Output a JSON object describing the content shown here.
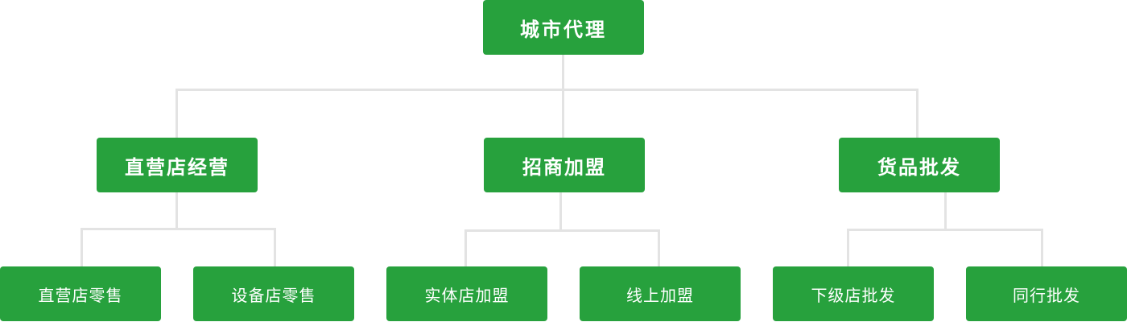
{
  "colors": {
    "node_fill": "#27a13d",
    "node_text": "#ffffff",
    "connector": "#e3e3e3"
  },
  "root": {
    "label": "城市代理"
  },
  "branches": [
    {
      "label": "直营店经营",
      "children": [
        {
          "label": "直营店零售"
        },
        {
          "label": "设备店零售"
        }
      ]
    },
    {
      "label": "招商加盟",
      "children": [
        {
          "label": "实体店加盟"
        },
        {
          "label": "线上加盟"
        }
      ]
    },
    {
      "label": "货品批发",
      "children": [
        {
          "label": "下级店批发"
        },
        {
          "label": "同行批发"
        }
      ]
    }
  ]
}
